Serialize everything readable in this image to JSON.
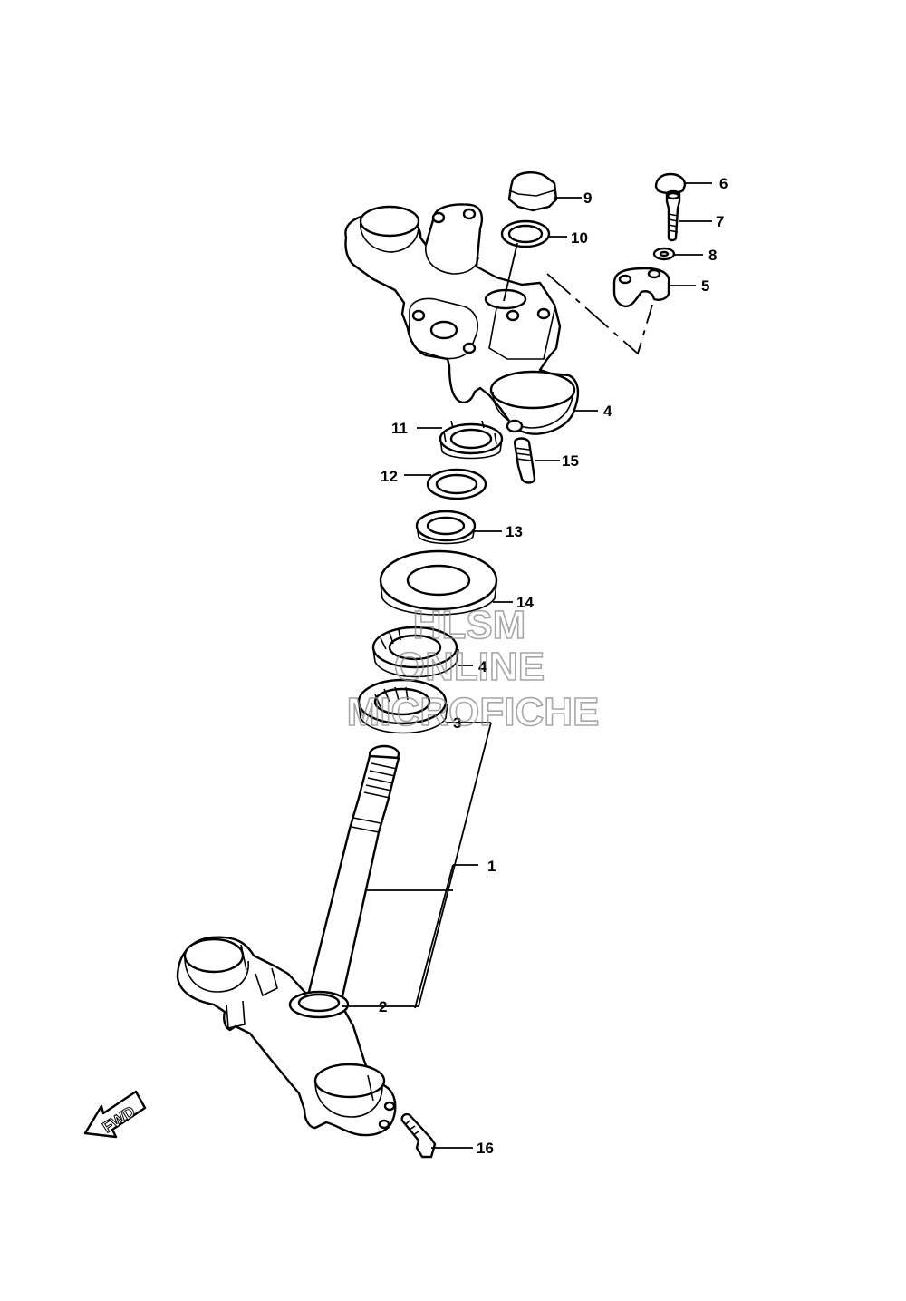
{
  "callouts": [
    {
      "id": "1",
      "label": "1"
    },
    {
      "id": "2",
      "label": "2"
    },
    {
      "id": "3",
      "label": "3"
    },
    {
      "id": "4a",
      "label": "4"
    },
    {
      "id": "4b",
      "label": "4"
    },
    {
      "id": "5",
      "label": "5"
    },
    {
      "id": "6",
      "label": "6"
    },
    {
      "id": "7",
      "label": "7"
    },
    {
      "id": "8",
      "label": "8"
    },
    {
      "id": "9",
      "label": "9"
    },
    {
      "id": "10",
      "label": "10"
    },
    {
      "id": "11",
      "label": "11"
    },
    {
      "id": "12",
      "label": "12"
    },
    {
      "id": "13",
      "label": "13"
    },
    {
      "id": "14",
      "label": "14"
    },
    {
      "id": "15",
      "label": "15"
    },
    {
      "id": "16",
      "label": "16"
    }
  ],
  "watermark": {
    "line1": "HLSM",
    "line2": "ONLINE",
    "line3": "MICROFICHE",
    "color": "#8a8a8a"
  },
  "direction_arrow": {
    "label": "FWD"
  }
}
